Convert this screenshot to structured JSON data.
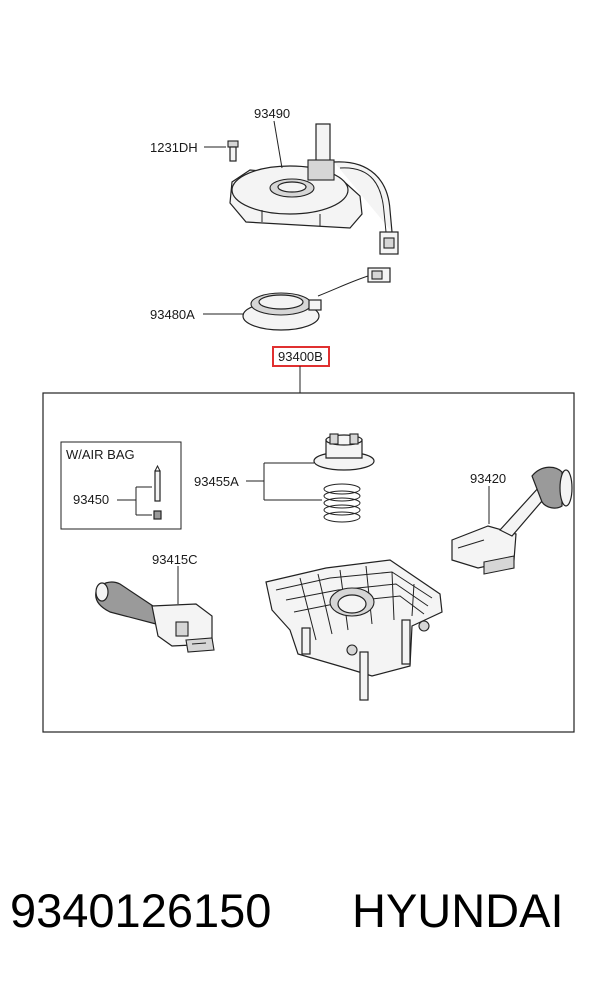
{
  "callouts": {
    "clock_spring": "93490",
    "bolt": "1231DH",
    "horn_contact": "93480A",
    "switch_assembly": "93400B",
    "airbag_note": "W/AIR BAG",
    "airbag_part": "93450",
    "cancel_kit": "93455A",
    "wiper_switch": "93420",
    "light_switch": "93415C"
  },
  "footer": {
    "part_number": "9340126150",
    "brand": "HYUNDAI"
  },
  "colors": {
    "highlight_box": "#e03030"
  }
}
